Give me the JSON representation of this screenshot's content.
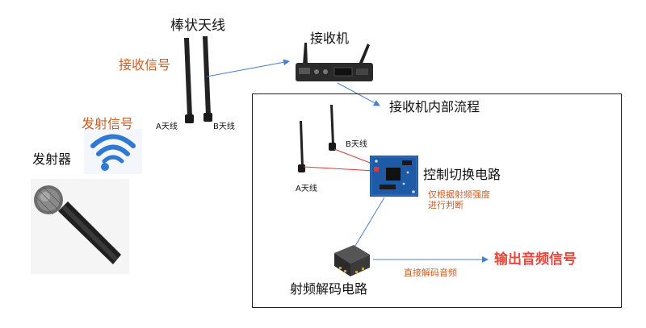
{
  "labels": {
    "top_antenna": "棒状天线",
    "receiver": "接收机",
    "receive_signal": "接收信号",
    "transmit_signal": "发射信号",
    "transmitter": "发射器",
    "antenna_a": "A天线",
    "antenna_b": "B天线",
    "internal_flow": "接收机内部流程",
    "inner_antenna_b": "B天线",
    "inner_antenna_a": "A天线",
    "control_circuit": "控制切换电路",
    "control_note_line1": "仅根据射频强度",
    "control_note_line2": "进行判断",
    "decode_circuit": "射频解码电路",
    "decode_note": "直接解码音频",
    "output_signal": "输出音频信号"
  },
  "colors": {
    "orange": "#c9602a",
    "red": "#e8473b",
    "blue_arrow": "#4a7fd0",
    "red_line": "#e03a3a",
    "wifi_blue": "#2f78d6",
    "box_border": "#222222"
  }
}
